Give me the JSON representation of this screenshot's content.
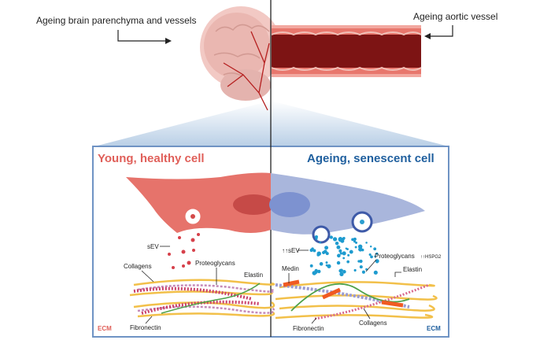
{
  "top": {
    "left_label": "Ageing brain parenchyma and vessels",
    "right_label": "Ageing aortic vessel"
  },
  "panels": {
    "left": {
      "title": "Young, healthy cell",
      "title_color": "#e0605a",
      "labels": {
        "sev": "sEV",
        "collagens": "Collagens",
        "proteoglycans": "Proteoglycans",
        "elastin": "Elastin",
        "fibronectin": "Fibronectin",
        "ecm": "ECM"
      }
    },
    "right": {
      "title": "Ageing, senescent cell",
      "title_color": "#1f5f9e",
      "labels": {
        "sev": "↑↑sEV",
        "medin": "Medin",
        "proteoglycans": "Proteoglycans",
        "hspg2": "↑↑HSPG2",
        "elastin": "Elastin",
        "fibronectin": "Fibronectin",
        "collagens": "Collagens",
        "ecm": "ECM"
      }
    }
  }
}
